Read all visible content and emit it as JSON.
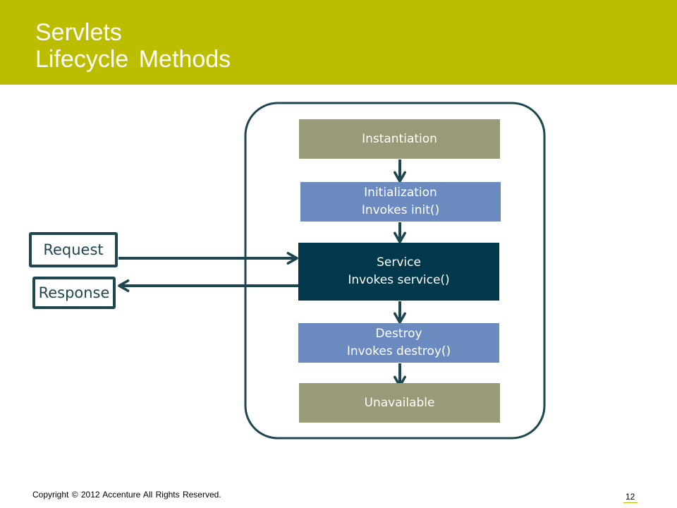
{
  "title": {
    "line1": "Servlets",
    "line2": "Lifecycle Methods"
  },
  "lifecycle": {
    "instantiation": {
      "label": "Instantiation"
    },
    "initialization": {
      "label": "Initialization",
      "detail": "Invokes init()"
    },
    "service": {
      "label": "Service",
      "detail": "Invokes service()"
    },
    "destroy": {
      "label": "Destroy",
      "detail": "Invokes destroy()"
    },
    "unavailable": {
      "label": "Unavailable"
    }
  },
  "client": {
    "request": "Request",
    "response": "Response"
  },
  "footer": {
    "copyright": "Copyright © 2012 Accenture All Rights Reserved.",
    "page_number": "12"
  },
  "colors": {
    "header_band": "#bdbd00",
    "stage_khaki": "#9a9a78",
    "stage_blue": "#6b8ac0",
    "stage_dark": "#02384b",
    "outline": "#1e4650"
  }
}
